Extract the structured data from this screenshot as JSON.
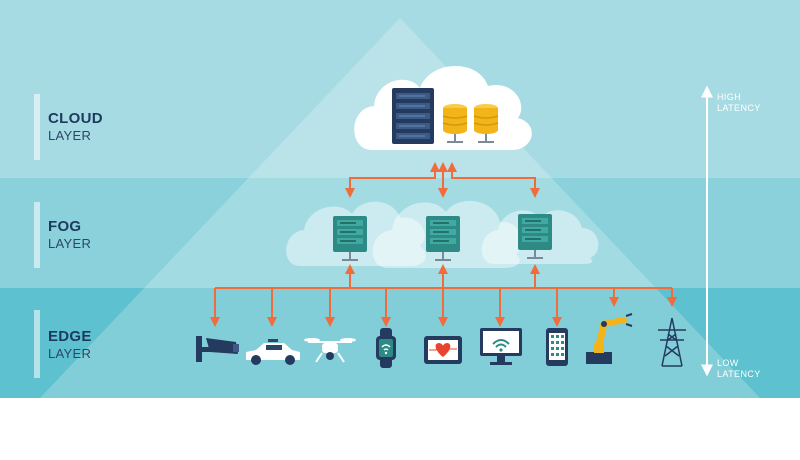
{
  "layers": [
    {
      "title": "CLOUD",
      "subtitle": "LAYER"
    },
    {
      "title": "FOG",
      "subtitle": "LAYER"
    },
    {
      "title": "EDGE",
      "subtitle": "LAYER"
    }
  ],
  "latency": {
    "high_line1": "HIGH",
    "high_line2": "LATENCY",
    "low_line1": "LOW",
    "low_line2": "LATENCY"
  },
  "colors": {
    "cloud_band": "#a7dbe3",
    "fog_band": "#8ad1dc",
    "edge_band": "#5ec1cf",
    "connector": "#f26b3a",
    "server_dark": "#243a5e",
    "server_teal": "#2e8a85",
    "database_gold": "#f2b418",
    "label_text": "#1d3a5c"
  },
  "devices": [
    {
      "icon": "security-camera-icon"
    },
    {
      "icon": "car-icon"
    },
    {
      "icon": "drone-icon"
    },
    {
      "icon": "smartwatch-icon"
    },
    {
      "icon": "tablet-heart-icon"
    },
    {
      "icon": "wifi-monitor-icon"
    },
    {
      "icon": "smartphone-icon"
    },
    {
      "icon": "robotic-arm-icon"
    },
    {
      "icon": "power-pylon-icon"
    }
  ]
}
